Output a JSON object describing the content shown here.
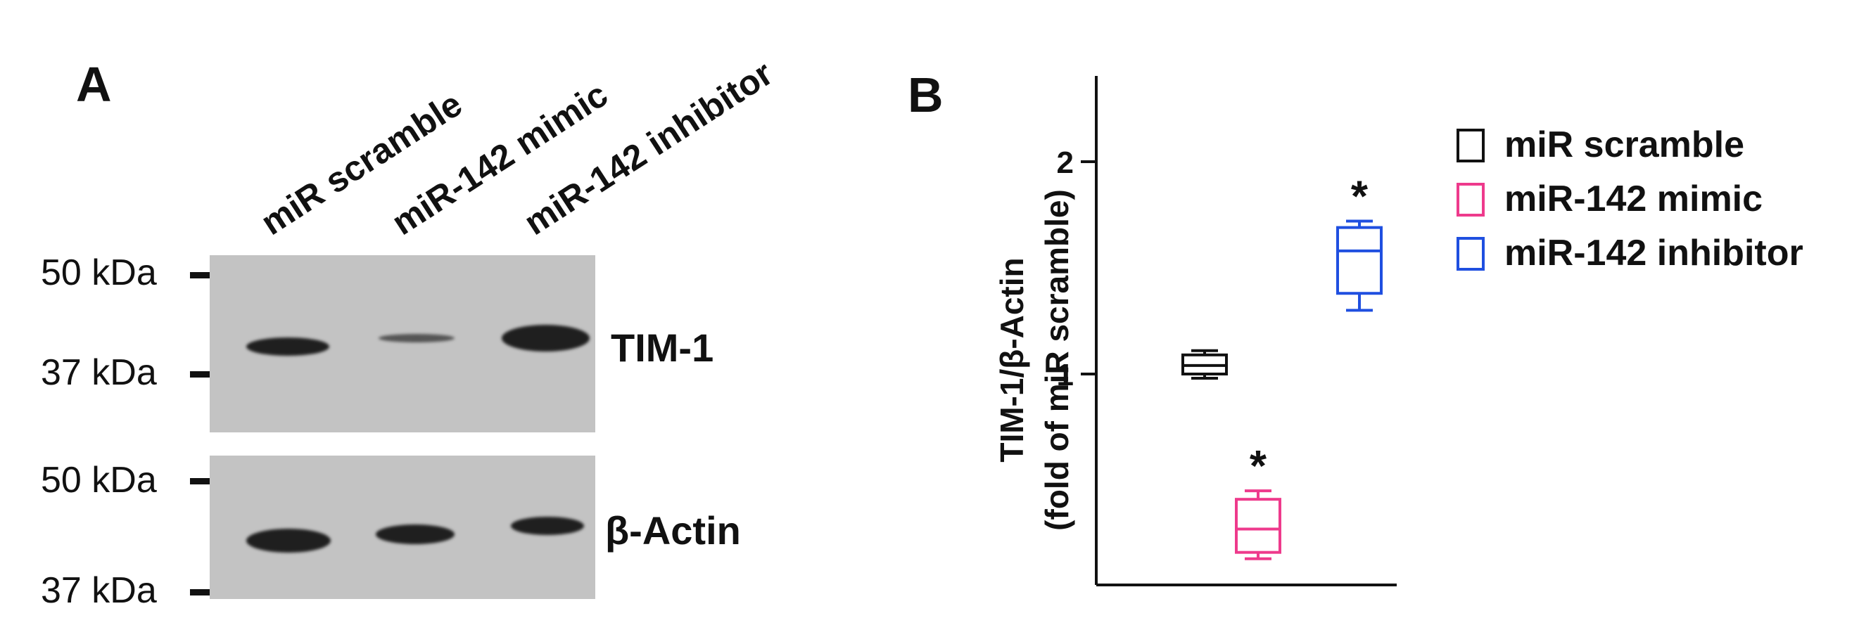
{
  "panel_a": {
    "letter": "A",
    "lanes": [
      "miR scramble",
      "miR-142 mimic",
      "miR-142 inhibitor"
    ],
    "blots": [
      {
        "protein": "TIM-1",
        "markers": [
          "50 kDa",
          "37 kDa"
        ]
      },
      {
        "protein": "β-Actin",
        "markers": [
          "50 kDa",
          "37 kDa"
        ]
      }
    ]
  },
  "panel_b": {
    "letter": "B",
    "ylabel_line1": "TIM-1/β-Actin",
    "ylabel_line2": "(fold of miR scramble)",
    "significance_mark": "*"
  },
  "chart_data": {
    "type": "box",
    "ylabel": "TIM-1/β-Actin (fold of miR scramble)",
    "yticks": [
      1,
      2
    ],
    "ylim": [
      0,
      2.4
    ],
    "legend_position": "right",
    "series": [
      {
        "name": "miR scramble",
        "color": "#111111",
        "min": 0.98,
        "q1": 1.0,
        "median": 1.04,
        "q3": 1.09,
        "max": 1.11,
        "significant": false
      },
      {
        "name": "miR-142 mimic",
        "color": "#ee3a8c",
        "min": 0.13,
        "q1": 0.16,
        "median": 0.27,
        "q3": 0.41,
        "max": 0.45,
        "significant": true
      },
      {
        "name": "miR-142 inhibitor",
        "color": "#1f4fe0",
        "min": 1.3,
        "q1": 1.38,
        "median": 1.58,
        "q3": 1.69,
        "max": 1.72,
        "significant": true
      }
    ]
  }
}
